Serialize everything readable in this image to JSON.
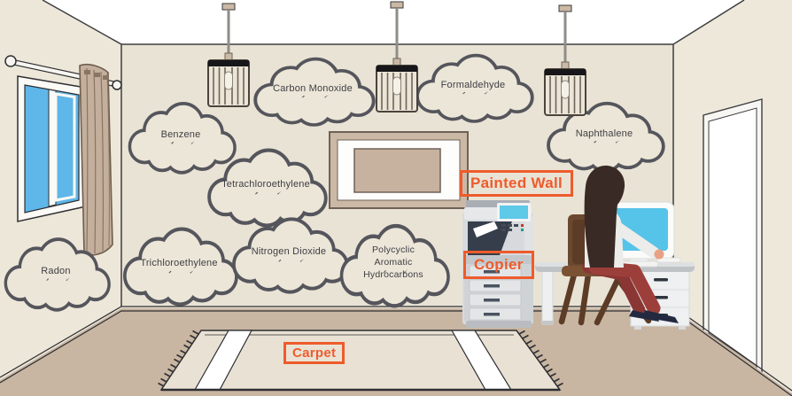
{
  "illustration": {
    "pollutant_clouds": [
      {
        "label": "Carbon Monoxide"
      },
      {
        "label": "Formaldehyde"
      },
      {
        "label": "Naphthalene"
      },
      {
        "label": "Benzene"
      },
      {
        "label": "Tetrachloroethylene"
      },
      {
        "label": "Radon"
      },
      {
        "label": "Trichloroethylene"
      },
      {
        "label": "Nitrogen Dioxide"
      },
      {
        "label": "Polycyclic Aromatic Hydrocarbons"
      }
    ],
    "source_labels": {
      "painted_wall": "Painted Wall",
      "copier": "Copier",
      "carpet": "Carpet"
    },
    "colors": {
      "accent_orange": "#EE5B2C",
      "cloud_outline": "#55555C",
      "cloud_text": "#3E3E44",
      "back_wall": "#E9E3D5",
      "side_wall": "#EDE7D9",
      "floor": "#C8B6A2",
      "carpet": "#E9E2D4",
      "window_glass": "#5FB6E8",
      "monitor_screen": "#56C3E8",
      "copier_screen": "#5FC9E8",
      "curtain": "#C3AF9C",
      "chair_brown": "#6B4930",
      "pants_maroon": "#9C3F3B"
    },
    "scene_objects": [
      "window",
      "curtain",
      "curtain-rod",
      "pendant-lamp",
      "picture-frame",
      "door",
      "carpet",
      "copier",
      "desk",
      "drawer-unit",
      "computer-monitor",
      "keyboard",
      "chair",
      "person"
    ]
  }
}
